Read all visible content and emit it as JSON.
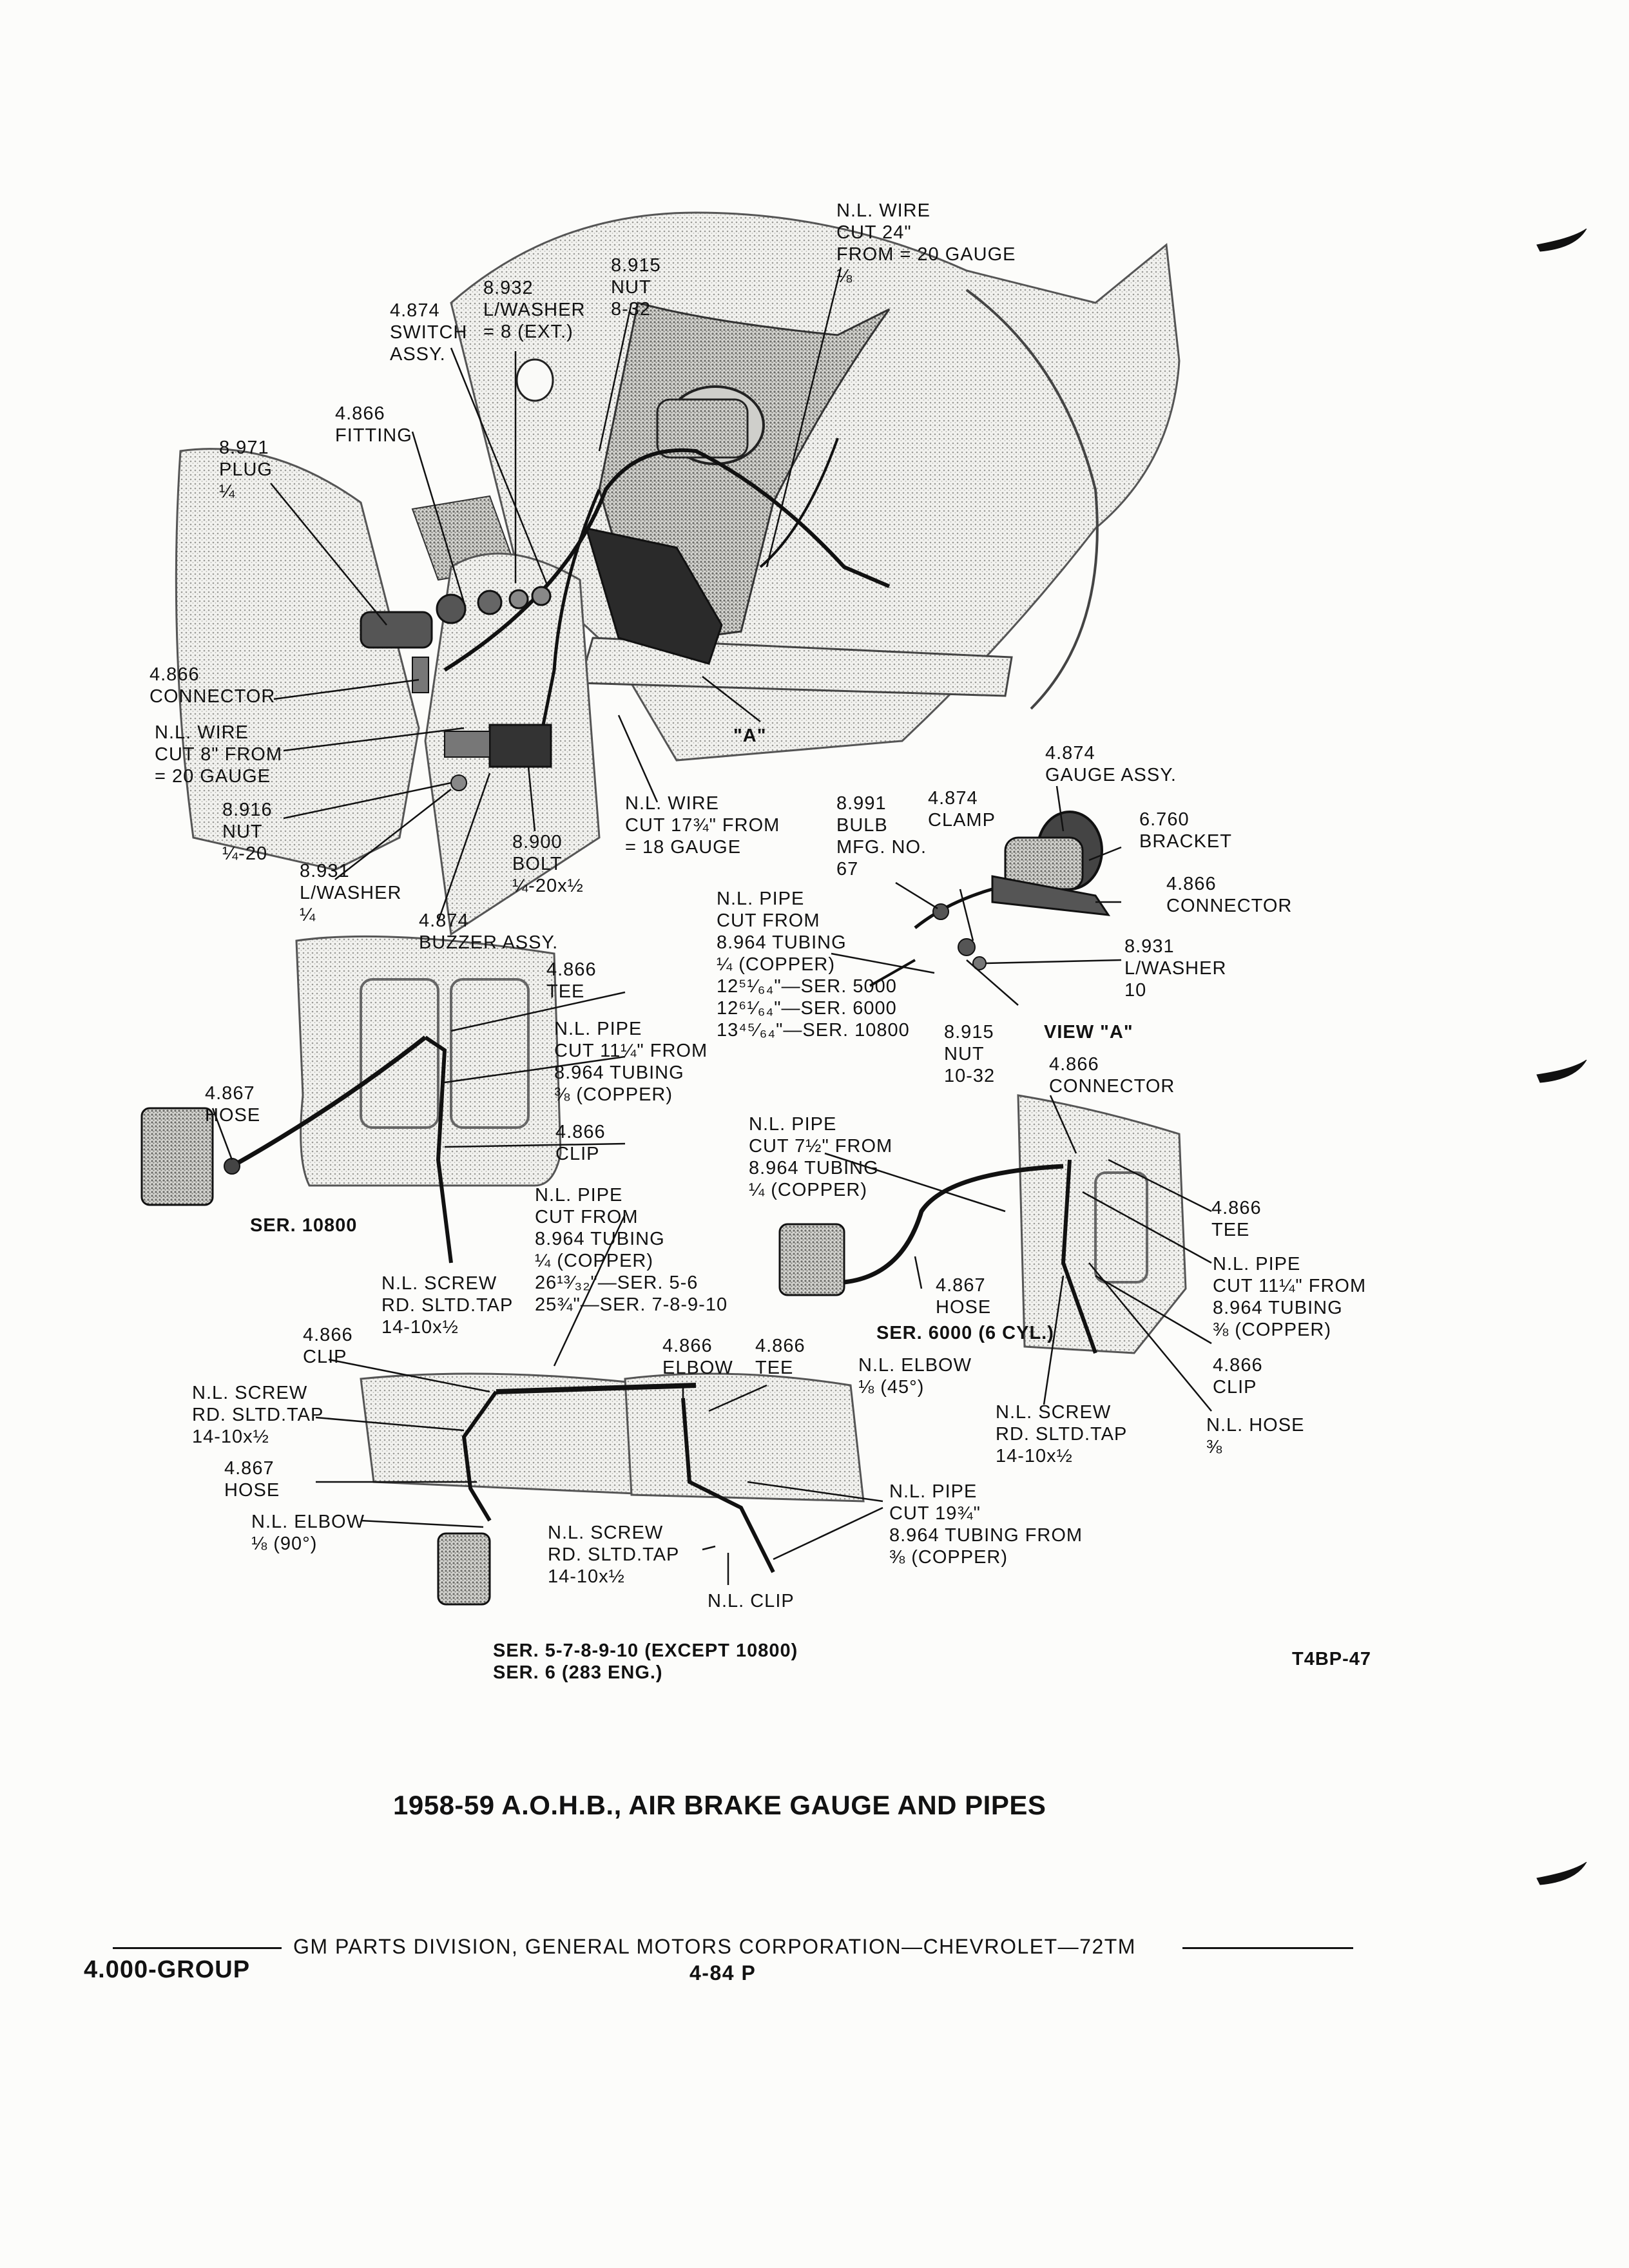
{
  "header_callout": {
    "line1": "N.L. WIRE",
    "line2": "CUT 24\"",
    "line3": "FROM = 20 GAUGE",
    "line4": "⅛"
  },
  "labels": {
    "nut_8915_top": {
      "l1": "8.915",
      "l2": "NUT",
      "l3": "8-32"
    },
    "lwasher_8932": {
      "l1": "8.932",
      "l2": "L/WASHER",
      "l3": "= 8 (EXT.)"
    },
    "switch_4874": {
      "l1": "4.874",
      "l2": "SWITCH",
      "l3": "ASSY."
    },
    "fitting_4866": {
      "l1": "4.866",
      "l2": "FITTING"
    },
    "plug_8971": {
      "l1": "8.971",
      "l2": "PLUG",
      "l3": "¼"
    },
    "connector_4866_left": {
      "l1": "4.866",
      "l2": "CONNECTOR"
    },
    "wire_8in": {
      "l1": "N.L. WIRE",
      "l2": "CUT 8\" FROM",
      "l3": "= 20 GAUGE"
    },
    "nut_8916": {
      "l1": "8.916",
      "l2": "NUT",
      "l3": "¼-20"
    },
    "lwasher_8931_left": {
      "l1": "8.931",
      "l2": "L/WASHER",
      "l3": "¼"
    },
    "buzzer_4874": {
      "l1": "4.874",
      "l2": "BUZZER ASSY."
    },
    "bolt_8900": {
      "l1": "8.900",
      "l2": "BOLT",
      "l3": "¼-20x½"
    },
    "wire_17": {
      "l1": "N.L. WIRE",
      "l2": "CUT 17¾\" FROM",
      "l3": "= 18 GAUGE"
    },
    "view_a_marker": "\"A\"",
    "gauge_assy": {
      "l1": "4.874",
      "l2": "GAUGE ASSY."
    },
    "clamp_4874": {
      "l1": "4.874",
      "l2": "CLAMP"
    },
    "bulb_8991": {
      "l1": "8.991",
      "l2": "BULB",
      "l3": "MFG. NO.",
      "l4": "67"
    },
    "bracket_6760": {
      "l1": "6.760",
      "l2": "BRACKET"
    },
    "connector_4866_a": {
      "l1": "4.866",
      "l2": "CONNECTOR"
    },
    "lwasher_8931_a": {
      "l1": "8.931",
      "l2": "L/WASHER",
      "l3": "10"
    },
    "nut_8915_a": {
      "l1": "8.915",
      "l2": "NUT",
      "l3": "10-32"
    },
    "view_a": "VIEW \"A\"",
    "pipe_cut_from": {
      "l1": "N.L. PIPE",
      "l2": "CUT FROM",
      "l3": "8.964 TUBING",
      "l4": "¼ (COPPER)",
      "l5": "12⁵¹⁄₆₄\"—SER. 5000",
      "l6": "12⁶¹⁄₆₄\"—SER. 6000",
      "l7": "13⁴⁵⁄₆₄\"—SER. 10800"
    },
    "tee_4866_10800": {
      "l1": "4.866",
      "l2": "TEE"
    },
    "pipe_11_10800": {
      "l1": "N.L. PIPE",
      "l2": "CUT 11¼\" FROM",
      "l3": "8.964 TUBING",
      "l4": "⅜ (COPPER)"
    },
    "clip_4866_10800": {
      "l1": "4.866",
      "l2": "CLIP"
    },
    "hose_4867_10800": {
      "l1": "4.867",
      "l2": "HOSE"
    },
    "ser_10800": "SER. 10800",
    "pipe_cut_from_2": {
      "l1": "N.L. PIPE",
      "l2": "CUT FROM",
      "l3": "8.964 TUBING",
      "l4": "¼ (COPPER)",
      "l5": "26¹³⁄₃₂\"—SER. 5-6",
      "l6": "25¾\"—SER. 7-8-9-10"
    },
    "screw_mid": {
      "l1": "N.L. SCREW",
      "l2": "RD. SLTD.TAP",
      "l3": "14-10x½"
    },
    "connector_4866_6000": {
      "l1": "4.866",
      "l2": "CONNECTOR"
    },
    "pipe_7": {
      "l1": "N.L. PIPE",
      "l2": "CUT 7½\" FROM",
      "l3": "8.964 TUBING",
      "l4": "¼ (COPPER)"
    },
    "tee_4866_6000": {
      "l1": "4.866",
      "l2": "TEE"
    },
    "pipe_11_6000": {
      "l1": "N.L. PIPE",
      "l2": "CUT 11¼\" FROM",
      "l3": "8.964 TUBING",
      "l4": "⅜ (COPPER)"
    },
    "hose_4867_6000": {
      "l1": "4.867",
      "l2": "HOSE"
    },
    "ser_6000": "SER. 6000 (6 CYL.)",
    "elbow_45": {
      "l1": "N.L. ELBOW",
      "l2": "⅛ (45°)"
    },
    "clip_4866_6000": {
      "l1": "4.866",
      "l2": "CLIP"
    },
    "hose_nl_6000": {
      "l1": "N.L. HOSE",
      "l2": "⅜"
    },
    "screw_6000": {
      "l1": "N.L. SCREW",
      "l2": "RD. SLTD.TAP",
      "l3": "14-10x½"
    },
    "clip_4866_bl": {
      "l1": "4.866",
      "l2": "CLIP"
    },
    "screw_bl": {
      "l1": "N.L. SCREW",
      "l2": "RD. SLTD.TAP",
      "l3": "14-10x½"
    },
    "hose_4867_bl": {
      "l1": "4.867",
      "l2": "HOSE"
    },
    "elbow_90": {
      "l1": "N.L. ELBOW",
      "l2": "⅛ (90°)"
    },
    "elbow_4866_bot": {
      "l1": "4.866",
      "l2": "ELBOW"
    },
    "tee_4866_bot": {
      "l1": "4.866",
      "l2": "TEE"
    },
    "pipe_19": {
      "l1": "N.L. PIPE",
      "l2": "CUT 19¾\"",
      "l3": "8.964 TUBING FROM",
      "l4": "⅜ (COPPER)"
    },
    "screw_bot": {
      "l1": "N.L. SCREW",
      "l2": "RD. SLTD.TAP",
      "l3": "14-10x½"
    },
    "clip_nl_bot": "N.L. CLIP",
    "ser_bottom": {
      "l1": "SER. 5-7-8-9-10 (EXCEPT 10800)",
      "l2": "SER. 6 (283 ENG.)"
    },
    "fig_id": "T4BP-47"
  },
  "title": "1958-59 A.O.H.B., AIR BRAKE GAUGE AND PIPES",
  "footer": {
    "line": "GM PARTS DIVISION, GENERAL MOTORS CORPORATION—CHEVROLET—72TM",
    "group": "4.000-GROUP",
    "page": "4-84 P"
  }
}
